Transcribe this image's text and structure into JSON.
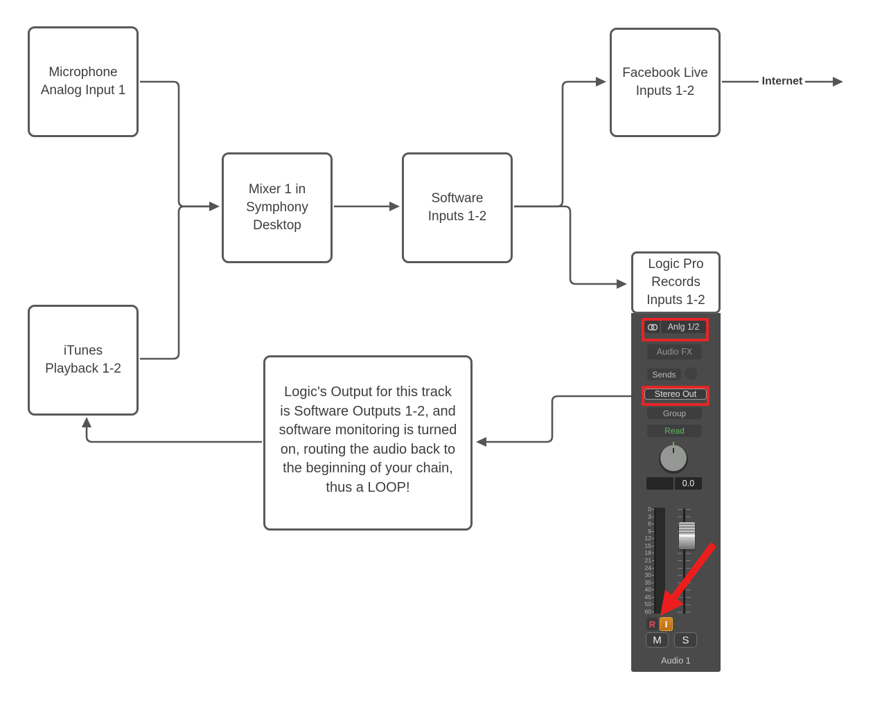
{
  "diagram": {
    "boxes": {
      "microphone": {
        "lines": [
          "Microphone",
          "Analog Input 1"
        ]
      },
      "mixer": {
        "lines": [
          "Mixer 1 in",
          "Symphony",
          "Desktop"
        ]
      },
      "software_inputs": {
        "lines": [
          "Software",
          "Inputs 1-2"
        ]
      },
      "facebook_live": {
        "lines": [
          "Facebook Live",
          "Inputs 1-2"
        ]
      },
      "itunes": {
        "lines": [
          "iTunes",
          "Playback 1-2"
        ]
      },
      "logic_pro": {
        "lines": [
          "Logic Pro",
          "Records",
          "Inputs 1-2"
        ]
      },
      "explanation": {
        "lines": [
          "Logic's Output for this track",
          "is Software Outputs 1-2, and",
          "software monitoring is turned",
          "on, routing the audio back to",
          "the beginning of your chain,",
          "thus a LOOP!"
        ]
      }
    },
    "labels": {
      "internet": "Internet"
    },
    "colors": {
      "connector": "#555555",
      "box_border": "#595959",
      "box_text": "#3d3d3d",
      "annotation_red": "#e62528",
      "pointer_arrow_red": "#ee1d1d"
    }
  },
  "channel_strip": {
    "input_label": "Anlg 1/2",
    "audio_fx_label": "Audio FX",
    "sends_label": "Sends",
    "output_label": "Stereo Out",
    "group_label": "Group",
    "automation_label": "Read",
    "volume_value": "0.0",
    "scale_ticks": [
      "0",
      "3",
      "6",
      "9",
      "12",
      "15",
      "18",
      "21",
      "24",
      "30",
      "35",
      "40",
      "45",
      "50",
      "60"
    ],
    "record_label": "R",
    "input_monitoring_label": "I",
    "mute_label": "M",
    "solo_label": "S",
    "track_name": "Audio 1",
    "colors": {
      "strip_bg": "#4a4a4a",
      "button_bg": "#3e3e3e",
      "read_green": "#5dbd5d",
      "record_red": "#e05050",
      "input_monitor_orange": "#cc7d1d"
    }
  }
}
